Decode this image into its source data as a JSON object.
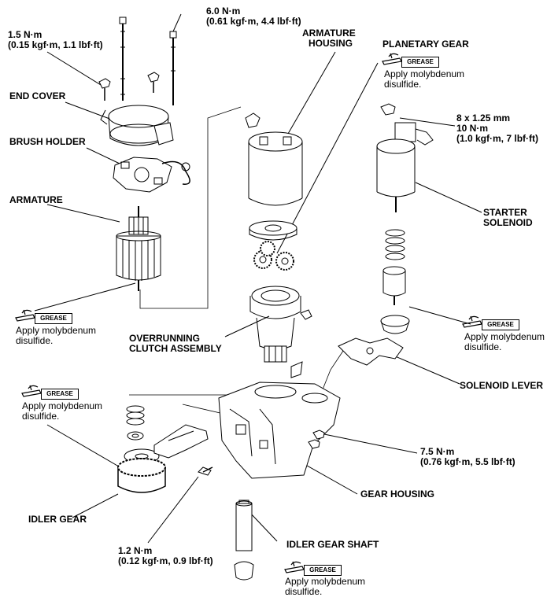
{
  "labels": {
    "torque_end_cover_screw_line1": "1.5 N·m",
    "torque_end_cover_screw_line2": "(0.15 kgf·m, 1.1 lbf·ft)",
    "torque_through_bolt_line1": "6.0 N·m",
    "torque_through_bolt_line2": "(0.61 kgf·m, 4.4 lbf·ft)",
    "end_cover": "END COVER",
    "brush_holder": "BRUSH HOLDER",
    "armature": "ARMATURE",
    "armature_housing_line1": "ARMATURE",
    "armature_housing_line2": "HOUSING",
    "planetary_gear": "PLANETARY GEAR",
    "solenoid_nut_line1": "8 x 1.25 mm",
    "solenoid_nut_line2": "10 N·m",
    "solenoid_nut_line3": "(1.0 kgf·m, 7 lbf·ft)",
    "starter_solenoid_line1": "STARTER",
    "starter_solenoid_line2": "SOLENOID",
    "overrunning_clutch_line1": "OVERRUNNING",
    "overrunning_clutch_line2": "CLUTCH ASSEMBLY",
    "solenoid_lever": "SOLENOID LEVER",
    "torque_gear_housing_line1": "7.5 N·m",
    "torque_gear_housing_line2": "(0.76 kgf·m, 5.5 lbf·ft)",
    "gear_housing": "GEAR HOUSING",
    "idler_gear": "IDLER GEAR",
    "torque_idler_line1": "1.2 N·m",
    "torque_idler_line2": "(0.12 kgf·m, 0.9 lbf·ft)",
    "idler_gear_shaft": "IDLER GEAR SHAFT"
  },
  "grease_notes": [
    {
      "tag": "GREASE",
      "line1": "Apply molybdenum",
      "line2": "disulfide."
    },
    {
      "tag": "GREASE",
      "line1": "Apply molybdenum",
      "line2": "disulfide."
    },
    {
      "tag": "GREASE",
      "line1": "Apply molybdenum",
      "line2": "disulfide."
    },
    {
      "tag": "GREASE",
      "line1": "Apply molybdenum",
      "line2": "disulfide."
    },
    {
      "tag": "GREASE",
      "line1": "Apply molybdenum",
      "line2": "disulfide."
    }
  ],
  "icons": {
    "grease_symbol": "grease-gun-icon"
  },
  "colors": {
    "ink": "#000000",
    "background": "#ffffff"
  }
}
